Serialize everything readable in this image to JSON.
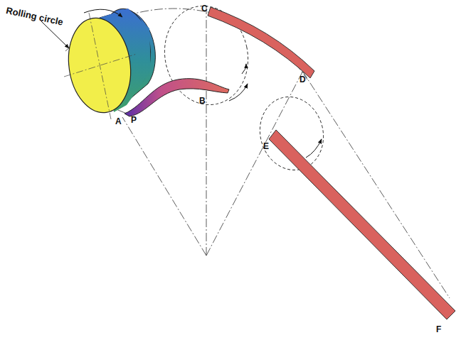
{
  "diagram": {
    "labels": [
      "Rolling circle",
      "A",
      "P",
      "B",
      "C",
      "D",
      "E",
      "F"
    ]
  }
}
